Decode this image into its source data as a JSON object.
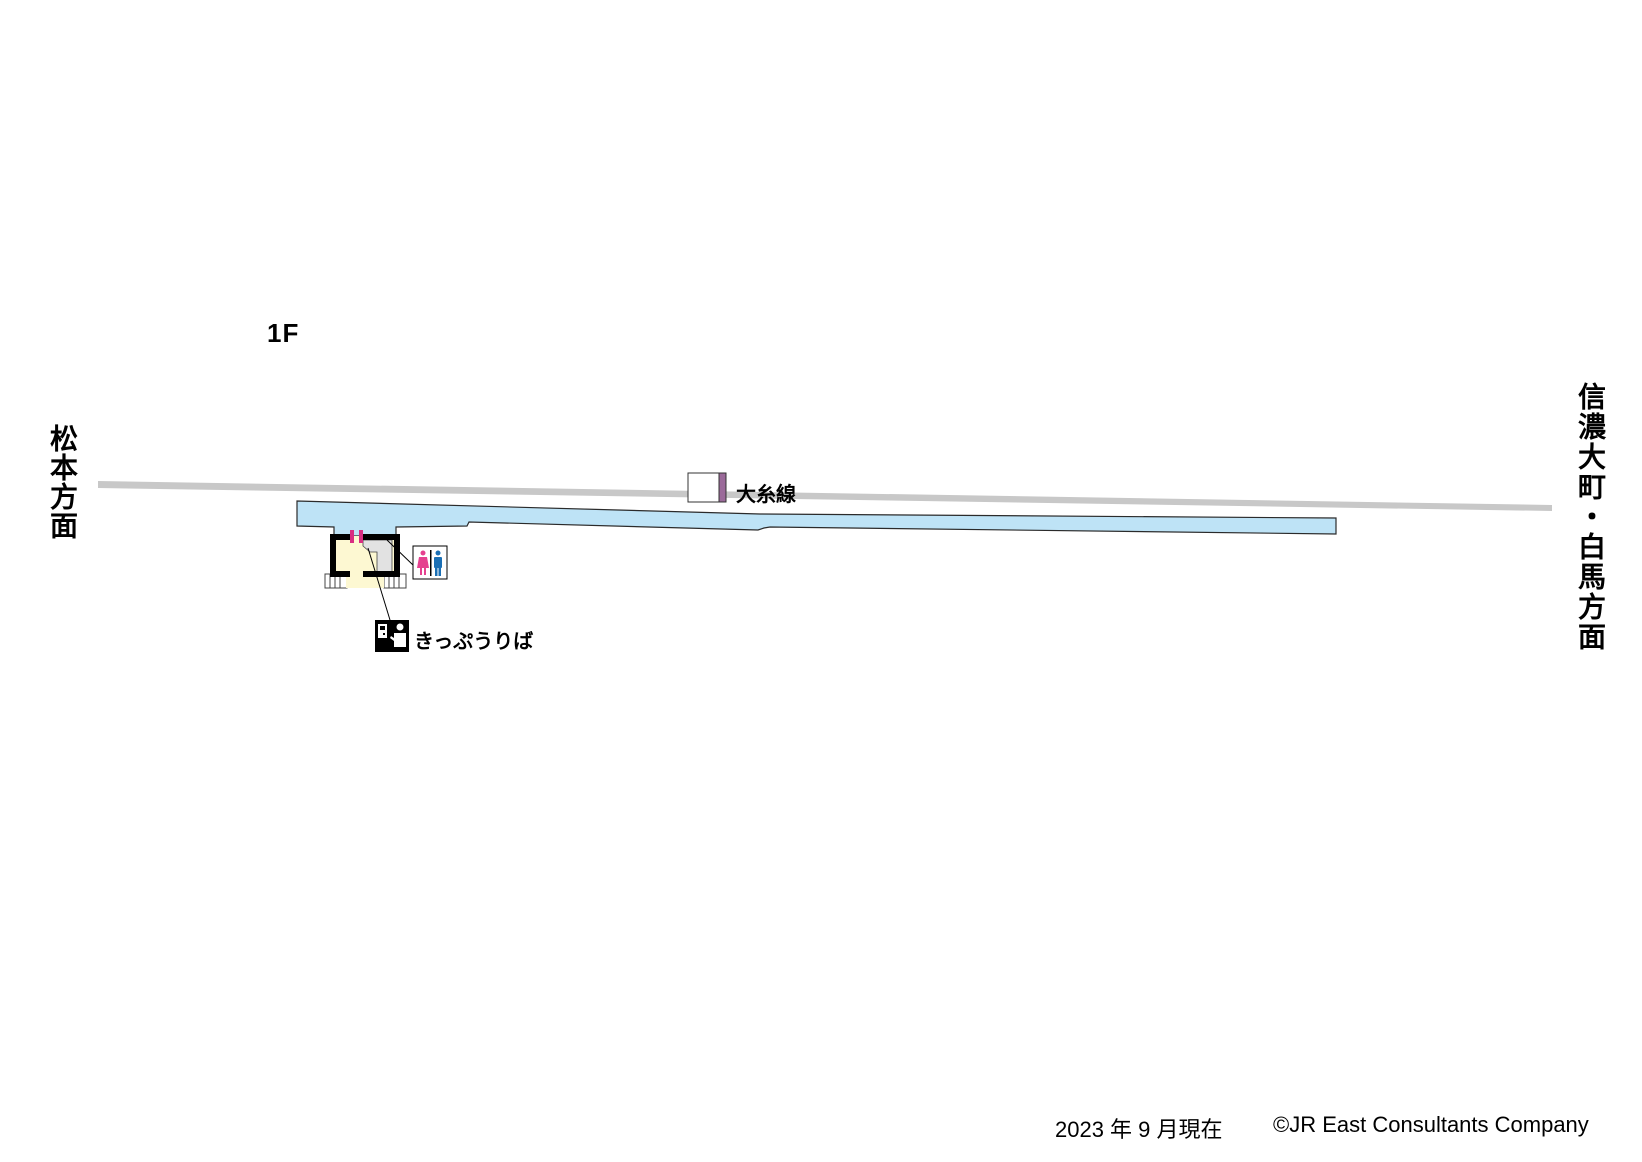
{
  "floor": {
    "label": "1F"
  },
  "directions": {
    "left": "松本方面",
    "right": "信濃大町・白馬方面"
  },
  "line": {
    "name": "大糸線",
    "sign_color": "#9b6a9a"
  },
  "facilities": {
    "ticket_office": {
      "label": "きっぷうりば",
      "icon": "ticket-office-icon"
    },
    "restroom": {
      "icon": "restroom-icon",
      "female_color": "#e5418f",
      "male_color": "#1a6fb5"
    }
  },
  "colors": {
    "platform": "#bee3f6",
    "track": "#c8c8c8",
    "station_building": "#fdf8d2",
    "restroom_area": "#e2e2e2",
    "gate": "#d92e82"
  },
  "footer": {
    "date": "2023 年 9 月現在",
    "copyright": "©JR East Consultants Company"
  }
}
